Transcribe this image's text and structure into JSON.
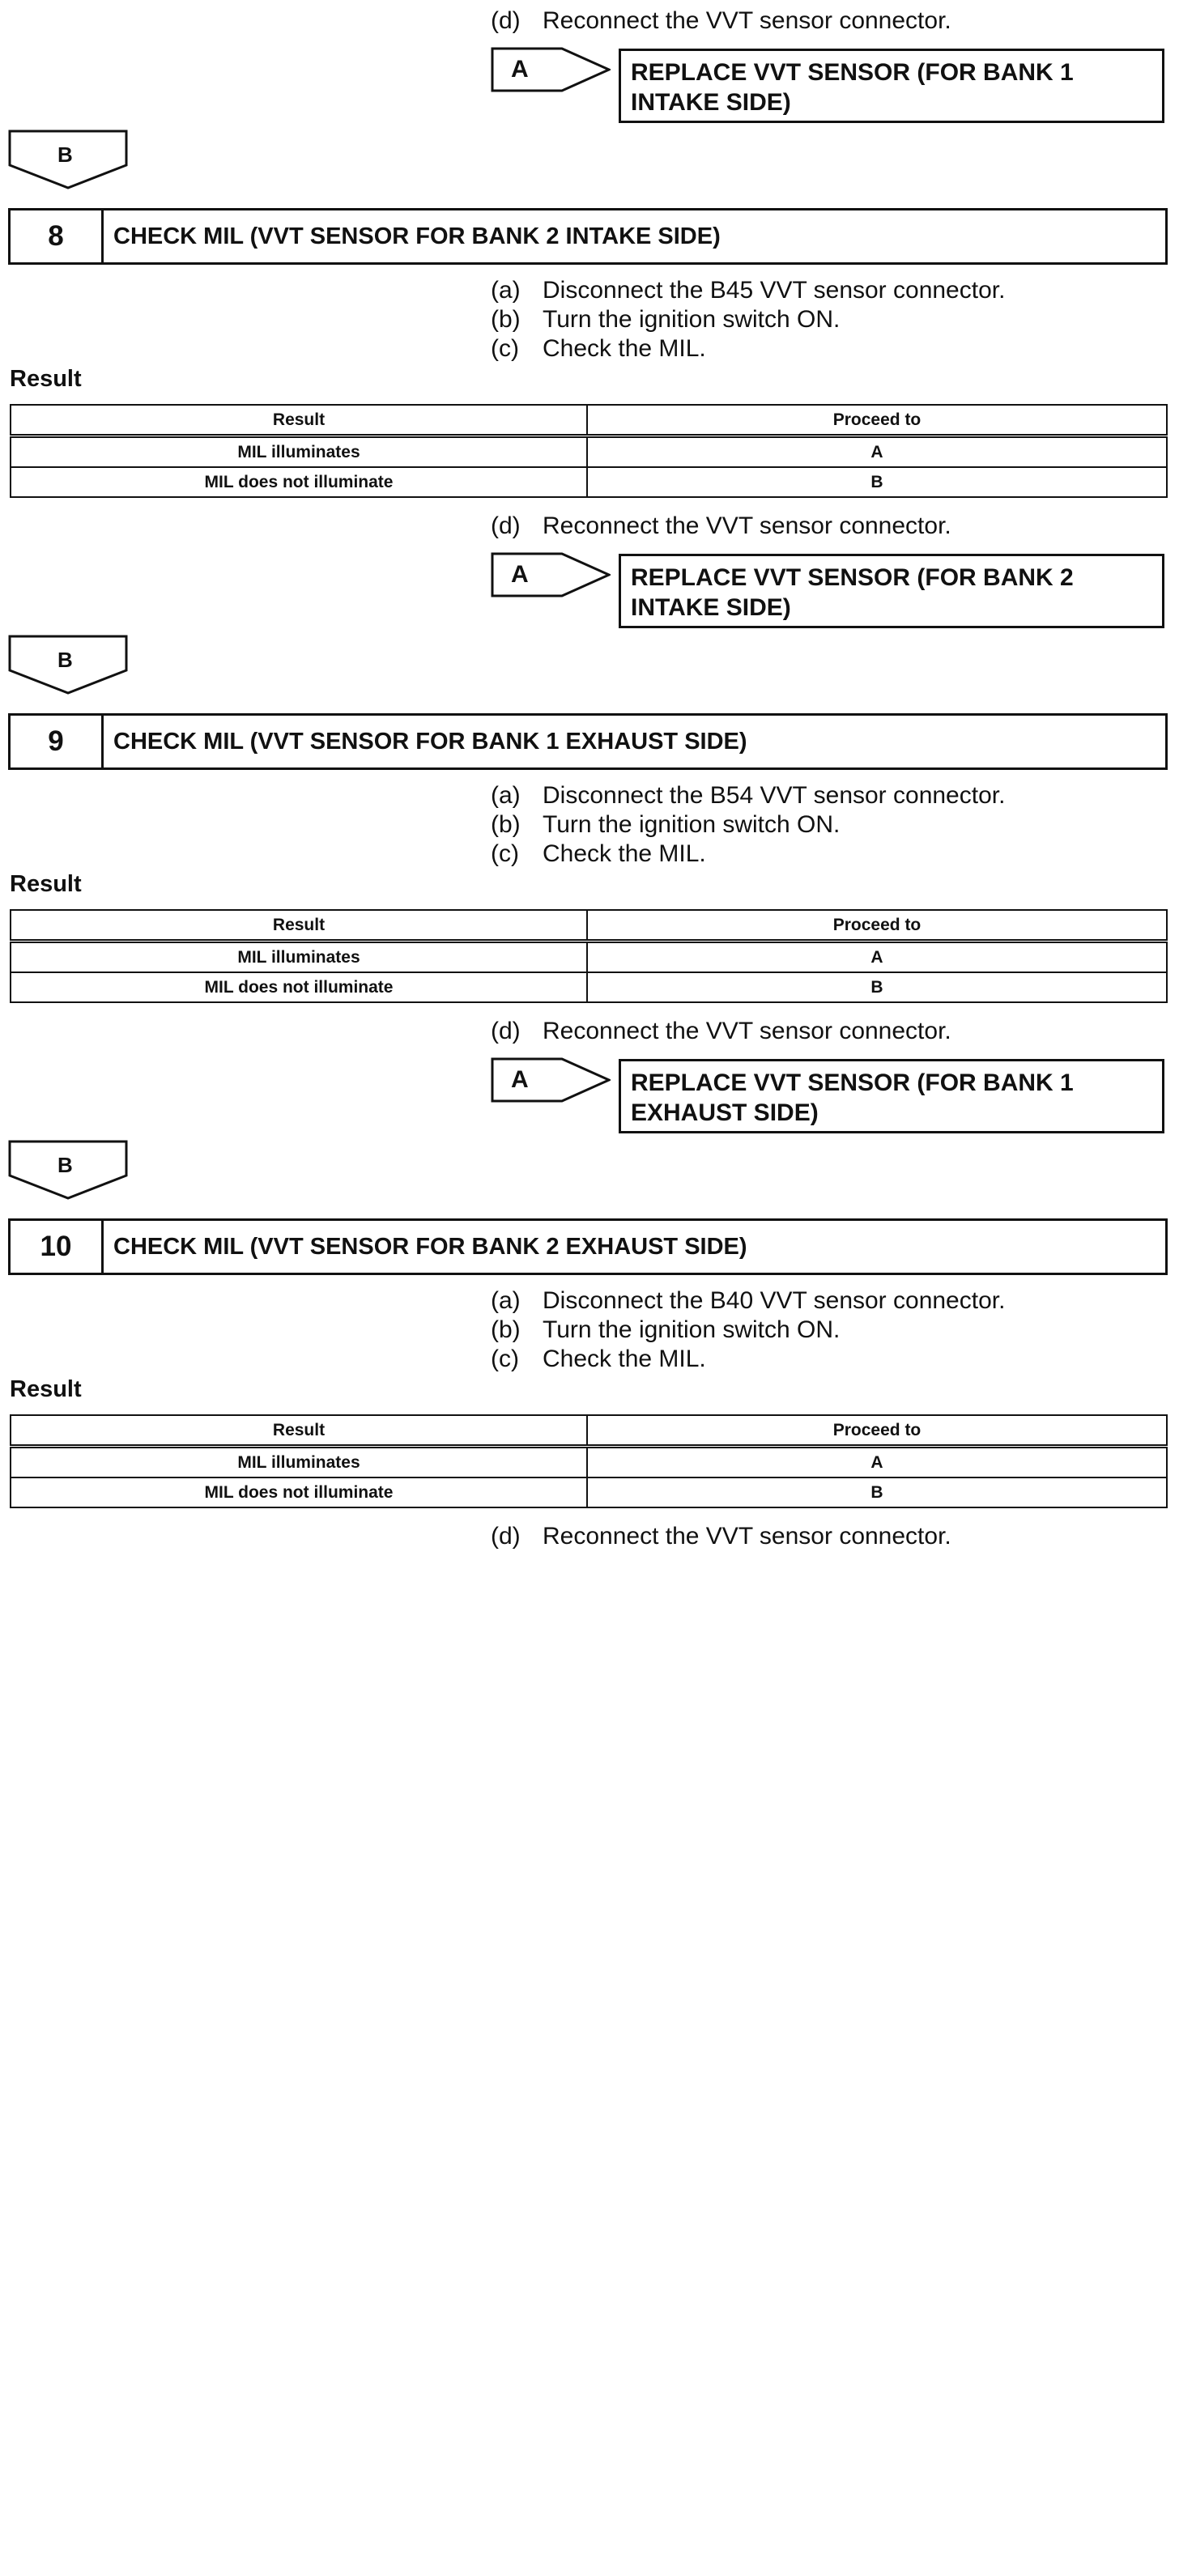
{
  "top": {
    "step_d_letter": "(d)",
    "step_d_text": "Reconnect the VVT sensor connector.",
    "tag_a": "A",
    "action_line1": "REPLACE VVT SENSOR (FOR BANK 1",
    "action_line2": "INTAKE SIDE)",
    "tag_b": "B"
  },
  "sections": [
    {
      "number": "8",
      "title": "CHECK MIL (VVT SENSOR FOR BANK 2 INTAKE SIDE)",
      "steps": [
        {
          "letter": "(a)",
          "text": "Disconnect the B45 VVT sensor connector."
        },
        {
          "letter": "(b)",
          "text": "Turn the ignition switch ON."
        },
        {
          "letter": "(c)",
          "text": "Check the MIL."
        }
      ],
      "result_label": "Result",
      "table": {
        "headers": [
          "Result",
          "Proceed to"
        ],
        "rows": [
          [
            "MIL illuminates",
            "A"
          ],
          [
            "MIL does not illuminate",
            "B"
          ]
        ]
      },
      "step_d": {
        "letter": "(d)",
        "text": "Reconnect the VVT sensor connector."
      },
      "tag_a": "A",
      "action_line1": "REPLACE VVT SENSOR (FOR BANK 2",
      "action_line2": "INTAKE SIDE)",
      "tag_b": "B"
    },
    {
      "number": "9",
      "title": "CHECK MIL (VVT SENSOR FOR BANK 1 EXHAUST SIDE)",
      "steps": [
        {
          "letter": "(a)",
          "text": "Disconnect the B54 VVT sensor connector."
        },
        {
          "letter": "(b)",
          "text": "Turn the ignition switch ON."
        },
        {
          "letter": "(c)",
          "text": "Check the MIL."
        }
      ],
      "result_label": "Result",
      "table": {
        "headers": [
          "Result",
          "Proceed to"
        ],
        "rows": [
          [
            "MIL illuminates",
            "A"
          ],
          [
            "MIL does not illuminate",
            "B"
          ]
        ]
      },
      "step_d": {
        "letter": "(d)",
        "text": "Reconnect the VVT sensor connector."
      },
      "tag_a": "A",
      "action_line1": "REPLACE VVT SENSOR (FOR BANK 1",
      "action_line2": "EXHAUST SIDE)",
      "tag_b": "B"
    },
    {
      "number": "10",
      "title": "CHECK MIL (VVT SENSOR FOR BANK 2 EXHAUST SIDE)",
      "steps": [
        {
          "letter": "(a)",
          "text": "Disconnect the B40 VVT sensor connector."
        },
        {
          "letter": "(b)",
          "text": "Turn the ignition switch ON."
        },
        {
          "letter": "(c)",
          "text": "Check the MIL."
        }
      ],
      "result_label": "Result",
      "table": {
        "headers": [
          "Result",
          "Proceed to"
        ],
        "rows": [
          [
            "MIL illuminates",
            "A"
          ],
          [
            "MIL does not illuminate",
            "B"
          ]
        ]
      },
      "step_d": {
        "letter": "(d)",
        "text": "Reconnect the VVT sensor connector."
      }
    }
  ]
}
